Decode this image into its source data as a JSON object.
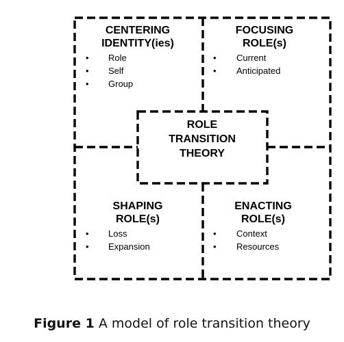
{
  "diagram": {
    "quadrants": {
      "top_left": {
        "title_lines": [
          "CENTERING",
          "IDENTITY(ies)"
        ],
        "items": [
          "Role",
          "Self",
          "Group"
        ]
      },
      "top_right": {
        "title_lines": [
          "FOCUSING",
          "ROLE(s)"
        ],
        "items": [
          "Current",
          "Anticipated"
        ]
      },
      "bottom_left": {
        "title_lines": [
          "SHAPING",
          "ROLE(s)"
        ],
        "items": [
          "Loss",
          "Expansion"
        ]
      },
      "bottom_right": {
        "title_lines": [
          "ENACTING",
          "ROLE(s)"
        ],
        "items": [
          "Context",
          "Resources"
        ]
      }
    },
    "center": {
      "title_lines": [
        "ROLE",
        "TRANSITION",
        "THEORY"
      ]
    },
    "bullet": "•",
    "line_color": "#000000"
  },
  "caption": {
    "label": "Figure 1",
    "text": "A model of role transition theory"
  }
}
